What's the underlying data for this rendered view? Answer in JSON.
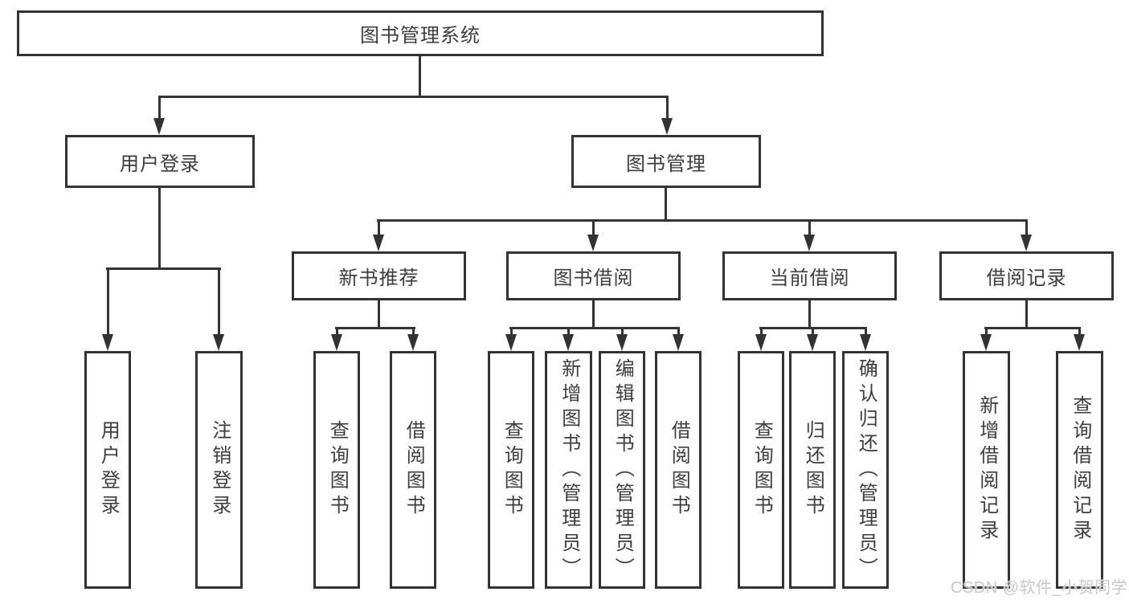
{
  "colors": {
    "line": "#333333",
    "box_border": "#333333",
    "text": "#3d3d3d",
    "watermark": "#c8c8c8",
    "background": "#ffffff"
  },
  "watermark": "CSDN @软件_小贺同学",
  "diagram": {
    "root": {
      "label": "图书管理系统"
    },
    "branches": [
      {
        "label": "用户登录",
        "children": [
          "用户登录",
          "注销登录"
        ]
      },
      {
        "label": "图书管理",
        "children": [
          {
            "label": "新书推荐",
            "children": [
              "查询图书",
              "借阅图书"
            ]
          },
          {
            "label": "图书借阅",
            "children": [
              "查询图书",
              "新增图书（管理员）",
              "编辑图书（管理员）",
              "借阅图书"
            ]
          },
          {
            "label": "当前借阅",
            "children": [
              "查询图书",
              "归还图书",
              "确认归还（管理员）"
            ]
          },
          {
            "label": "借阅记录",
            "children": [
              "新增借阅记录",
              "查询借阅记录"
            ]
          }
        ]
      }
    ]
  }
}
